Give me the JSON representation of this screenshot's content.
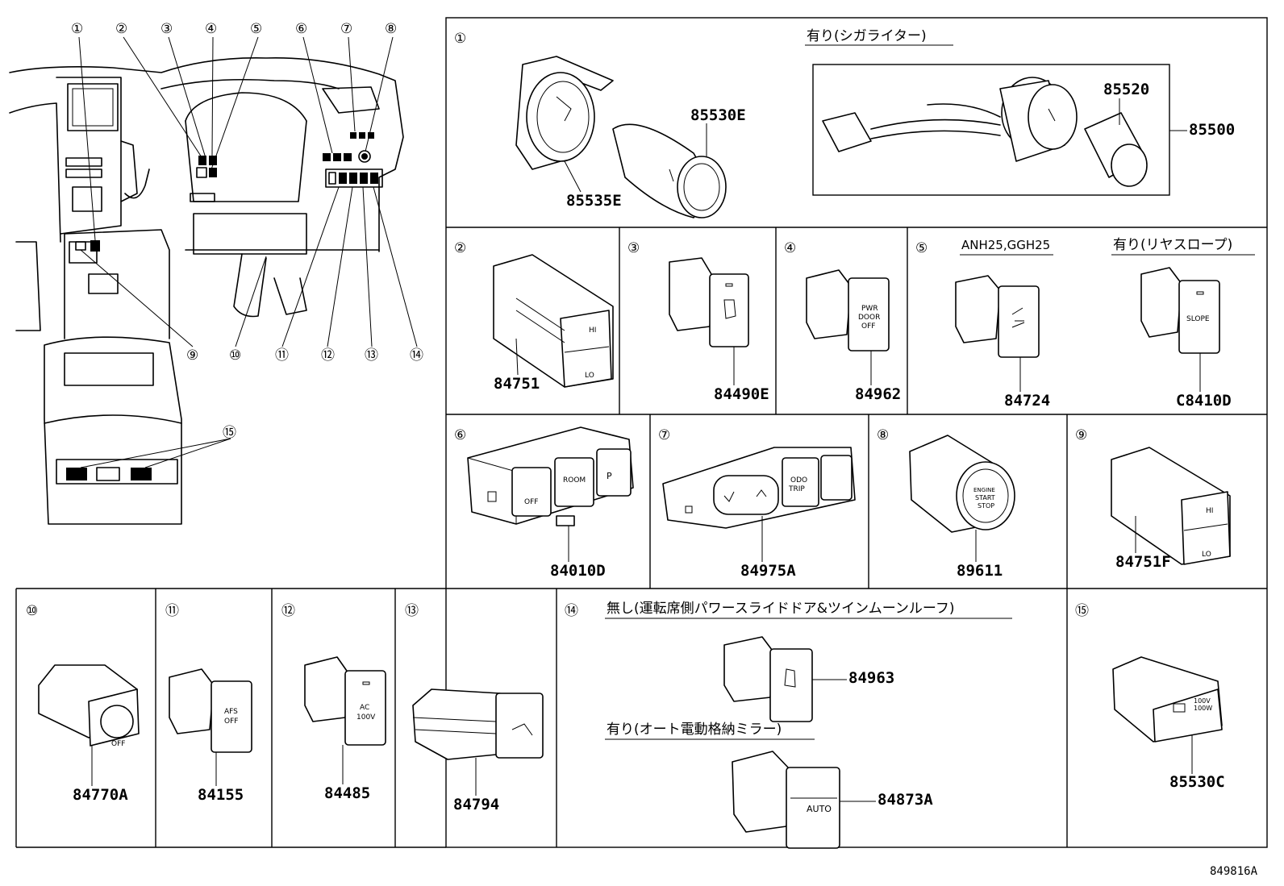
{
  "overview": {
    "callouts": [
      "①",
      "②",
      "③",
      "④",
      "⑤",
      "⑥",
      "⑦",
      "⑧",
      "⑨",
      "⑩",
      "⑪",
      "⑫",
      "⑬",
      "⑭",
      "⑮"
    ]
  },
  "panels": {
    "p1": {
      "num": "①",
      "note": "有り(シガライター)",
      "parts": [
        "85530E",
        "85535E",
        "85520",
        "85500"
      ]
    },
    "p2": {
      "num": "②",
      "parts": [
        "84751"
      ],
      "labels": [
        "HI",
        "LO"
      ]
    },
    "p3": {
      "num": "③",
      "parts": [
        "84490E"
      ]
    },
    "p4": {
      "num": "④",
      "parts": [
        "84962"
      ],
      "labels": [
        "PWR",
        "DOOR",
        "OFF"
      ]
    },
    "p5": {
      "num": "⑤",
      "note_left": "ANH25,GGH25",
      "note_right": "有り(リヤスロープ)",
      "parts": [
        "84724",
        "C8410D"
      ],
      "labels": [
        "SLOPE"
      ]
    },
    "p6": {
      "num": "⑥",
      "parts": [
        "84010D"
      ],
      "labels": [
        "OFF",
        "ROOM",
        "P"
      ]
    },
    "p7": {
      "num": "⑦",
      "parts": [
        "84975A"
      ],
      "labels": [
        "ODO",
        "TRIP"
      ]
    },
    "p8": {
      "num": "⑧",
      "parts": [
        "89611"
      ],
      "labels": [
        "ENGINE",
        "START",
        "STOP"
      ]
    },
    "p9": {
      "num": "⑨",
      "parts": [
        "84751F"
      ],
      "labels": [
        "HI",
        "LO"
      ]
    },
    "p10": {
      "num": "⑩",
      "parts": [
        "84770A"
      ],
      "labels": [
        "OFF"
      ]
    },
    "p11": {
      "num": "⑪",
      "parts": [
        "84155"
      ],
      "labels": [
        "AFS",
        "OFF"
      ]
    },
    "p12": {
      "num": "⑫",
      "parts": [
        "84485"
      ],
      "labels": [
        "AC",
        "100V"
      ]
    },
    "p13": {
      "num": "⑬",
      "parts": [
        "84794"
      ]
    },
    "p14": {
      "num": "⑭",
      "note_top": "無し(運転席側パワースライドドア&ツインムーンルーフ)",
      "note_mid": "有り(オート電動格納ミラー)",
      "parts": [
        "84963",
        "84873A"
      ],
      "labels": [
        "AUTO"
      ]
    },
    "p15": {
      "num": "⑮",
      "parts": [
        "85530C"
      ],
      "labels": [
        "100V",
        "100W"
      ]
    }
  },
  "diagram_code": "849816A"
}
